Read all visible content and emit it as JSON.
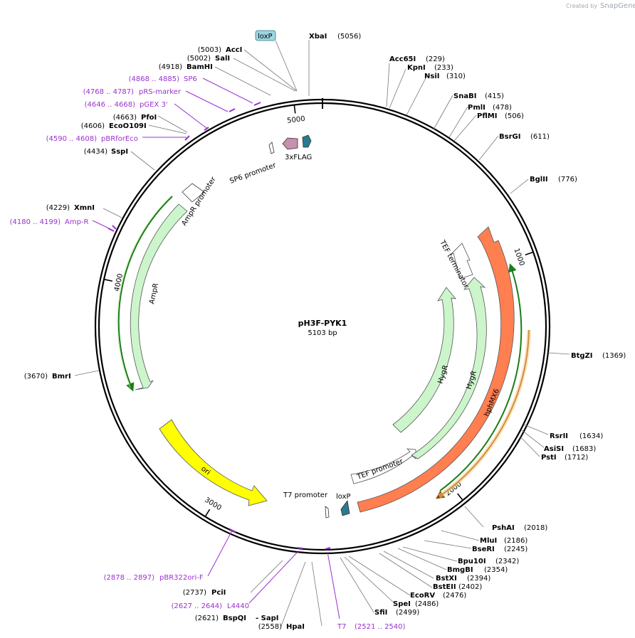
{
  "credit": {
    "prefix": "Created by",
    "brand": "SnapGene"
  },
  "map": {
    "name": "pH3F-PYK1",
    "length_text": "5103 bp",
    "length": 5103
  },
  "ticks": [
    {
      "pos": 1000,
      "label": "1000"
    },
    {
      "pos": 2000,
      "label": "2000"
    },
    {
      "pos": 3000,
      "label": "3000"
    },
    {
      "pos": 4000,
      "label": "4000"
    },
    {
      "pos": 5000,
      "label": "5000"
    }
  ],
  "sites": [
    {
      "name": "XbaI",
      "pos": "(5056)"
    },
    {
      "name": "AccI",
      "pos": "(5003)"
    },
    {
      "name": "SalI",
      "pos": "(5002)"
    },
    {
      "name": "BamHI",
      "pos": "(4918)"
    },
    {
      "name": "PfoI",
      "pos": "(4663)"
    },
    {
      "name": "EcoO109I",
      "pos": "(4606)"
    },
    {
      "name": "SspI",
      "pos": "(4434)"
    },
    {
      "name": "XmnI",
      "pos": "(4229)"
    },
    {
      "name": "BmrI",
      "pos": "(3670)"
    },
    {
      "name": "PciI",
      "pos": "(2737)"
    },
    {
      "name": "BspQI",
      "pos": "(2621)",
      "alias": "- SapI"
    },
    {
      "name": "HpaI",
      "pos": "(2558)"
    },
    {
      "name": "SfiI",
      "pos": "(2499)"
    },
    {
      "name": "SpeI",
      "pos": "(2486)"
    },
    {
      "name": "EcoRV",
      "pos": "(2476)"
    },
    {
      "name": "BstEII",
      "pos": "(2402)"
    },
    {
      "name": "BstXI",
      "pos": "(2394)"
    },
    {
      "name": "BmgBI",
      "pos": "(2354)"
    },
    {
      "name": "Bpu10I",
      "pos": "(2342)"
    },
    {
      "name": "BseRI",
      "pos": "(2245)"
    },
    {
      "name": "MluI",
      "pos": "(2186)"
    },
    {
      "name": "PshAI",
      "pos": "(2018)"
    },
    {
      "name": "PstI",
      "pos": "(1712)"
    },
    {
      "name": "AsiSI",
      "pos": "(1683)"
    },
    {
      "name": "RsrII",
      "pos": "(1634)"
    },
    {
      "name": "BtgZI",
      "pos": "(1369)"
    },
    {
      "name": "BglII",
      "pos": "(776)"
    },
    {
      "name": "BsrGI",
      "pos": "(611)"
    },
    {
      "name": "PflMI",
      "pos": "(506)"
    },
    {
      "name": "PmlI",
      "pos": "(478)"
    },
    {
      "name": "SnaBI",
      "pos": "(415)"
    },
    {
      "name": "NsiI",
      "pos": "(310)"
    },
    {
      "name": "KpnI",
      "pos": "(233)"
    },
    {
      "name": "Acc65I",
      "pos": "(229)"
    }
  ],
  "primers": [
    {
      "name": "SP6",
      "range": "(4868 .. 4885)"
    },
    {
      "name": "pRS-marker",
      "range": "(4768 .. 4787)"
    },
    {
      "name": "pGEX 3'",
      "range": "(4646 .. 4668)"
    },
    {
      "name": "pBRforEco",
      "range": "(4590 .. 4608)"
    },
    {
      "name": "Amp-R",
      "range": "(4180 .. 4199)"
    },
    {
      "name": "pBR322ori-F",
      "range": "(2878 .. 2897)"
    },
    {
      "name": "L4440",
      "range": "(2627 .. 2644)"
    },
    {
      "name": "T7",
      "range": "(2521 .. 2540)"
    }
  ],
  "features": [
    {
      "name": "loxP",
      "color": "#9fd5e0",
      "boxed": true
    },
    {
      "name": "3xFLAG",
      "color": "#2a7b8e"
    },
    {
      "name": "SP6 promoter",
      "color": "#ffffff"
    },
    {
      "name": "AmpR promoter",
      "color": "#ffffff"
    },
    {
      "name": "AmpR",
      "color": "#ccf5cc"
    },
    {
      "name": "ori",
      "color": "#ffff00"
    },
    {
      "name": "T7 promoter",
      "color": "#ffffff"
    },
    {
      "name": "loxP",
      "color": "#2a7b8e"
    },
    {
      "name": "TEF promoter",
      "color": "#ffffff"
    },
    {
      "name": "HygR",
      "color": "#ccf5cc"
    },
    {
      "name": "HygR",
      "color": "#ccf5cc"
    },
    {
      "name": "hphMX6",
      "color": "#ff7f50"
    },
    {
      "name": "TEF terminator",
      "color": "#ffffff"
    }
  ],
  "colors": {
    "primer": "#9b30d0",
    "orf_green": "#1a7d1a",
    "orf_orange": "#d98c00",
    "feature_pink": "#c98fae"
  }
}
